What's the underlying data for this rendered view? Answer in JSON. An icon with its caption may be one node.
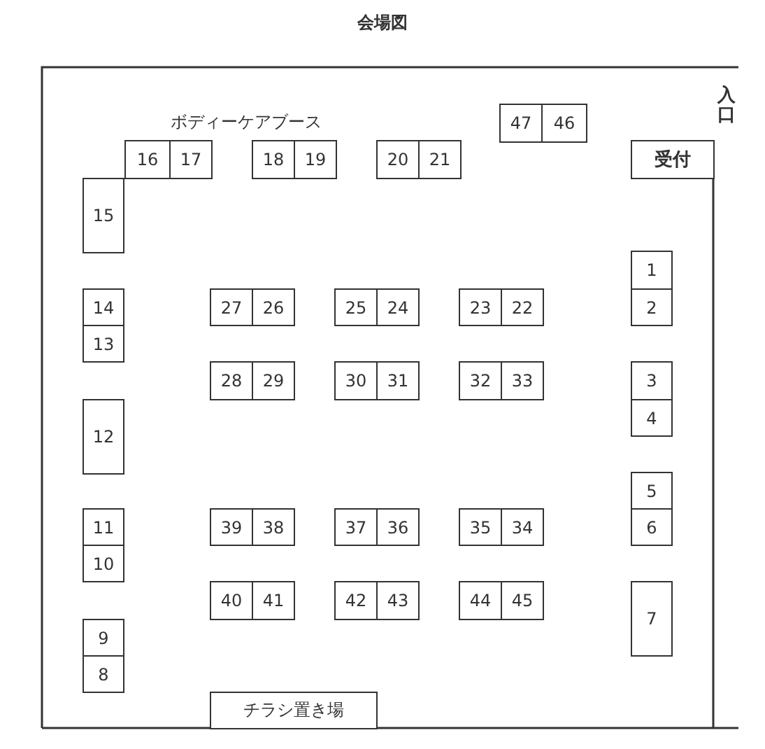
{
  "diagram": {
    "title": "会場図",
    "nodes": [
      {
        "text": [
          "1"
        ]
      },
      {
        "text": [
          "2"
        ]
      },
      {
        "text": [
          "3"
        ]
      },
      {
        "text": [
          "4"
        ]
      },
      {
        "text": [
          "5"
        ]
      },
      {
        "text": [
          "6"
        ]
      },
      {
        "text": [
          "7"
        ]
      },
      {
        "text": [
          "8"
        ]
      },
      {
        "text": [
          "9"
        ]
      },
      {
        "text": [
          "10"
        ]
      },
      {
        "text": [
          "11"
        ]
      },
      {
        "text": [
          "12"
        ]
      },
      {
        "text": [
          "13"
        ]
      },
      {
        "text": [
          "14"
        ]
      },
      {
        "text": [
          "15"
        ]
      },
      {
        "text": [
          "16"
        ]
      },
      {
        "text": [
          "17"
        ]
      },
      {
        "text": [
          "18"
        ]
      },
      {
        "text": [
          "19"
        ]
      },
      {
        "text": [
          "20"
        ]
      },
      {
        "text": [
          "21"
        ]
      },
      {
        "text": [
          "22"
        ]
      },
      {
        "text": [
          "23"
        ]
      },
      {
        "text": [
          "24"
        ]
      },
      {
        "text": [
          "25"
        ]
      },
      {
        "text": [
          "26"
        ]
      },
      {
        "text": [
          "27"
        ]
      },
      {
        "text": [
          "28"
        ]
      },
      {
        "text": [
          "29"
        ]
      },
      {
        "text": [
          "30"
        ]
      },
      {
        "text": [
          "31"
        ]
      },
      {
        "text": [
          "32"
        ]
      },
      {
        "text": [
          "33"
        ]
      },
      {
        "text": [
          "34"
        ]
      },
      {
        "text": [
          "35"
        ]
      },
      {
        "text": [
          "36"
        ]
      },
      {
        "text": [
          "37"
        ]
      },
      {
        "text": [
          "38"
        ]
      },
      {
        "text": [
          "39"
        ]
      },
      {
        "text": [
          "40"
        ]
      },
      {
        "text": [
          "41"
        ]
      },
      {
        "text": [
          "42"
        ]
      },
      {
        "text": [
          "43"
        ]
      },
      {
        "text": [
          "44"
        ]
      },
      {
        "text": [
          "45"
        ]
      },
      {
        "text": [
          "46"
        ]
      },
      {
        "text": [
          "47"
        ]
      },
      {
        "text": [
          "受付"
        ]
      },
      {
        "text": [
          "チラシ置き場"
        ]
      }
    ],
    "labels": [
      "ボディーケアブース",
      "入口"
    ]
  }
}
